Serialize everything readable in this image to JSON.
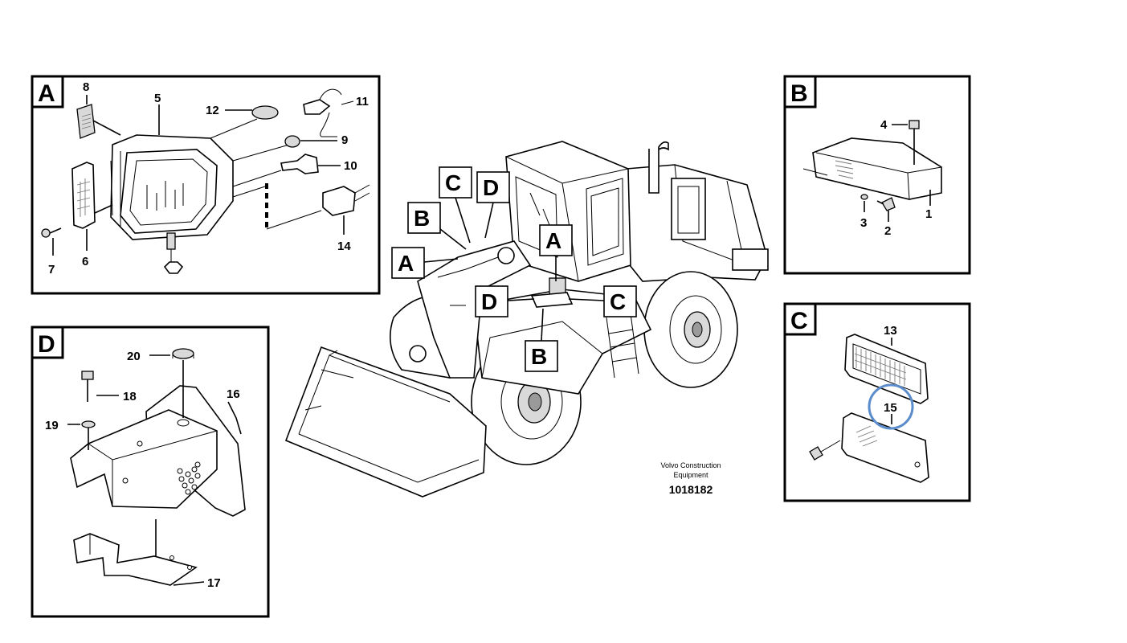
{
  "panels": {
    "A": {
      "letter": "A",
      "parts": [
        "5",
        "6",
        "7",
        "8",
        "9",
        "10",
        "11",
        "12",
        "14"
      ]
    },
    "B": {
      "letter": "B",
      "parts": [
        "1",
        "2",
        "3",
        "4"
      ]
    },
    "C": {
      "letter": "C",
      "parts": [
        "13",
        "15"
      ]
    },
    "D": {
      "letter": "D",
      "parts": [
        "16",
        "17",
        "18",
        "19",
        "20"
      ]
    }
  },
  "callouts": {
    "A_upper": "A",
    "B_upper": "B",
    "C_upper": "C",
    "D_upper": "D",
    "A_lower": "A",
    "D_lower": "D",
    "C_lower": "C",
    "B_lower": "B"
  },
  "caption": {
    "line1": "Volvo Construction",
    "line2": "Equipment",
    "doc_number": "1018182"
  },
  "highlight": {
    "part": "15",
    "color": "#5b8ccc"
  }
}
